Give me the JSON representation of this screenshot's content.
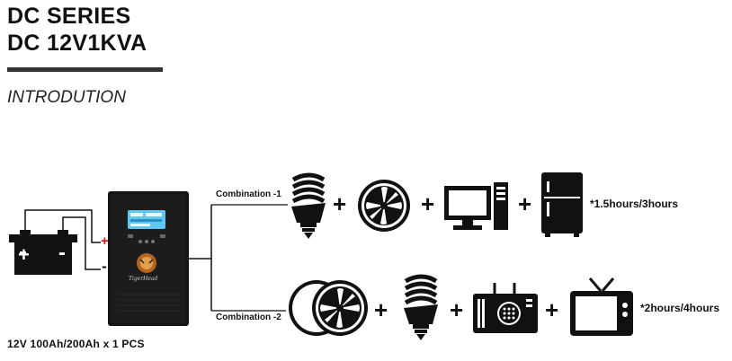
{
  "header": {
    "series": "DC SERIES",
    "model": "DC 12V1KVA",
    "section": "INTRODUTION"
  },
  "battery": {
    "caption": "12V 100Ah/200Ah x 1 PCS",
    "positive_symbol": "+",
    "negative_symbol": "-"
  },
  "inverter": {
    "brand": "TigerHead",
    "screen_color": "#5ec8f0"
  },
  "combinations": [
    {
      "label": "Combination -1",
      "duration": "*1.5hours/3hours",
      "devices": [
        "cfl-bulb-icon",
        "fan-icon",
        "computer-icon",
        "fridge-icon"
      ]
    },
    {
      "label": "Combination -2",
      "duration": "*2hours/4hours",
      "devices": [
        "double-fan-icon",
        "cfl-bulb-icon",
        "radio-icon",
        "tv-icon"
      ]
    }
  ],
  "plus_sign": "+",
  "colors": {
    "ink": "#111111",
    "positive_terminal": "#d8141c"
  }
}
